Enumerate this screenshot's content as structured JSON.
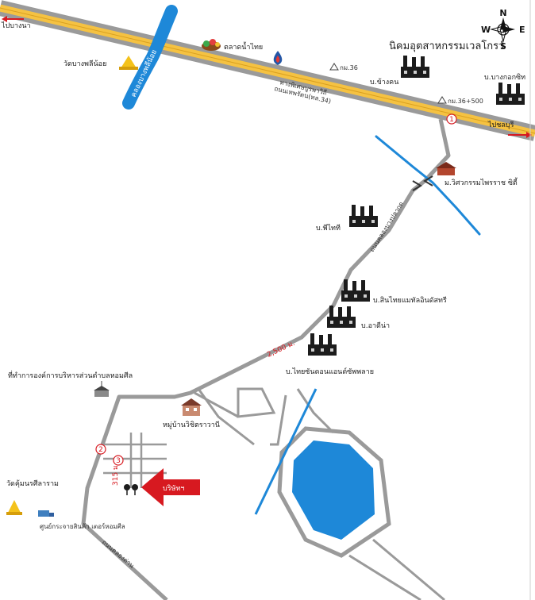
{
  "roads": {
    "left_direction": "ไปบางนา",
    "right_direction": "ไปชลบุรี",
    "main_road_th": "ถนนเทพรัตน(ทล.34)",
    "main_road_en": "ทางพิเศษบูรพาวิถี",
    "km36": "กม.36",
    "km36_500": "กม.36+500",
    "side_road": "ถนนคลองบางปลากด",
    "canal": "คลองบางพลีน้อย",
    "distance": "2,500 ม.",
    "distance_short": "315 ม.",
    "bottom_road": "ถนนคลองด่าน"
  },
  "places": {
    "temple_top": "วัดบางพลีน้อย",
    "market": "ตลาดน้ำไทย",
    "industrial_estate": "นิคมอุตสาหกรรมเวลโกรว์",
    "factory_1": "บ.ข้างคน",
    "factory_2": "บ.บางกอกซิท",
    "university": "ม.วิศวกรรมไพรราช ซิตี้",
    "factory_3": "บ.พีไทที",
    "factory_4": "บ.สินไทยแมทัลอินดัสทรี",
    "factory_5": "บ.อาดีน่า",
    "factory_6": "บ.ไทยซันดอนแอนด์ซัพพลาย",
    "tambon_office": "ที่ทำการองค์การบริหารส่วนตำบลหอมศีล",
    "village": "หมู่บ้านวิชิตราวานี",
    "temple_bottom": "วัดคุ้มนรศีลาราม",
    "distribution_center": "ศูนย์กระจายสินค้า เตอร์หอมศีล",
    "destination": "บริษัทฯ"
  },
  "markers": {
    "m1": "1",
    "m2": "2",
    "m3": "3"
  },
  "compass": {
    "n": "N",
    "s": "S",
    "e": "E",
    "w": "W"
  },
  "colors": {
    "road_gray": "#9a9a9a",
    "highway_yellow": "#f5c242",
    "water_blue": "#1e88d8",
    "arrow_red": "#d71920",
    "factory_black": "#1c1c1c"
  }
}
